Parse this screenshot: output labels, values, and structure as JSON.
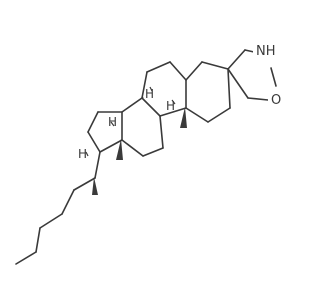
{
  "structure": {
    "atom_labels": {
      "nitrogen_h": "NH",
      "oxygen": "O",
      "h_c8": "H",
      "h_c9": "H",
      "h_c14": "H",
      "h_c17": "H"
    }
  },
  "colors": {
    "bond": "#3a3a3a",
    "background": "#ffffff"
  }
}
